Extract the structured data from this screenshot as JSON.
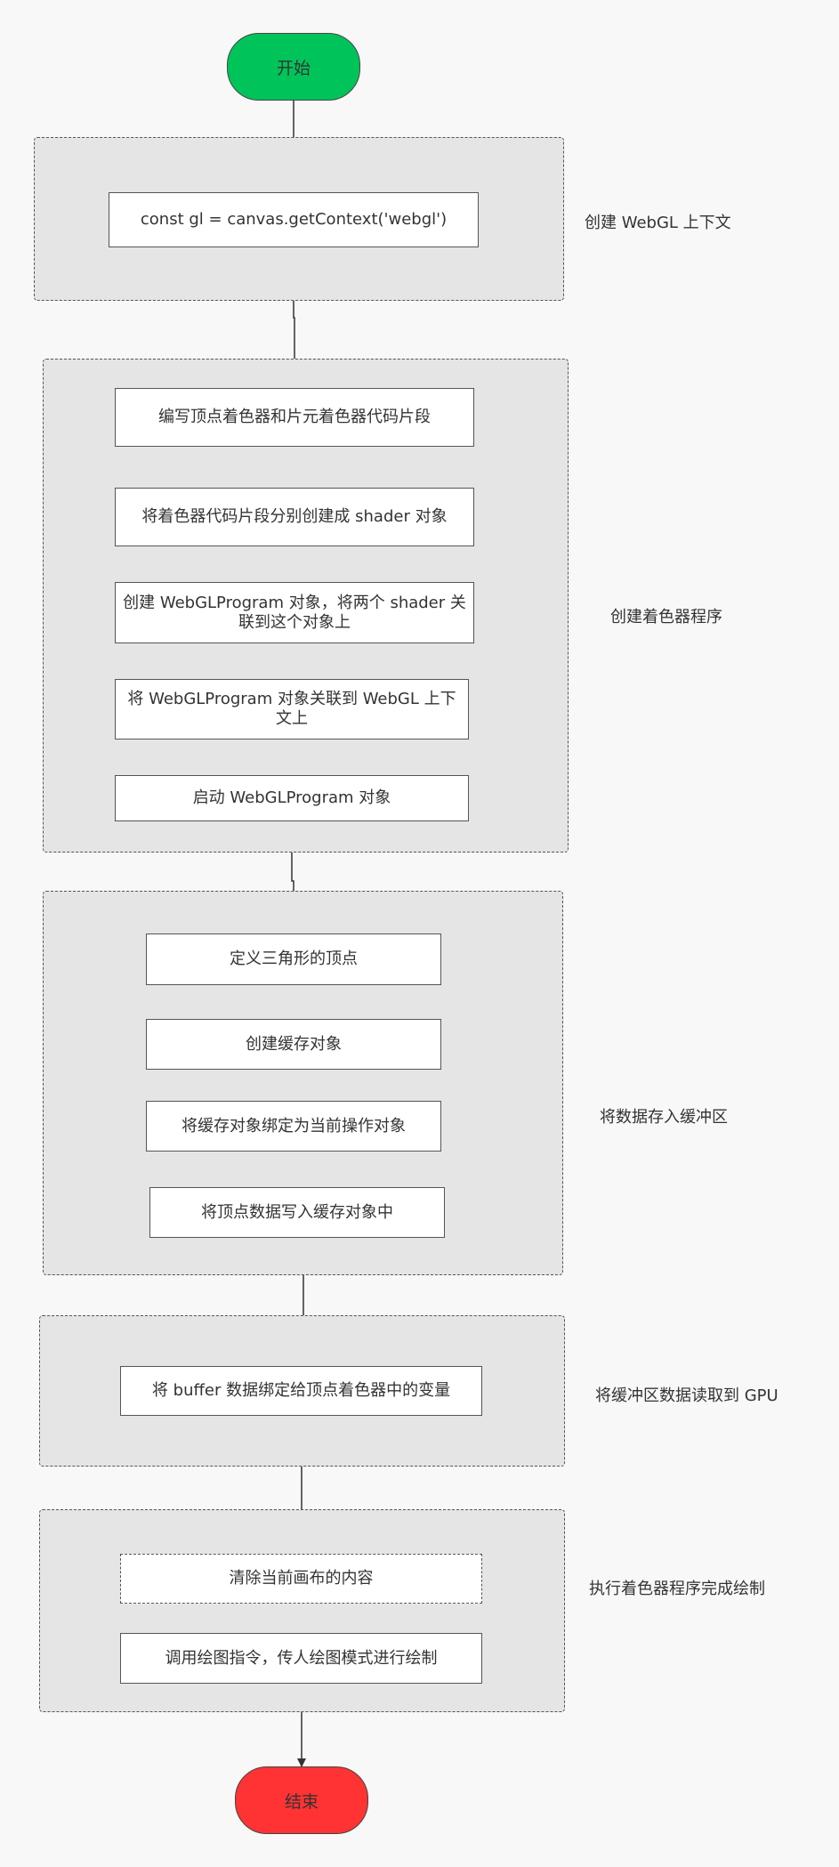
{
  "start": {
    "label": "开始",
    "color": "#00c45a"
  },
  "end": {
    "label": "结束",
    "color": "#ff3333"
  },
  "groups": [
    {
      "label": "创建 WebGL 上下文",
      "steps": [
        "const gl = canvas.getContext('webgl')"
      ]
    },
    {
      "label": "创建着色器程序",
      "steps": [
        "编写顶点着色器和片元着色器代码片段",
        "将着色器代码片段分别创建成 shader 对象",
        "创建 WebGLProgram 对象，将两个 shader 关联到这个对象上",
        "将 WebGLProgram 对象关联到 WebGL 上下文上",
        "启动 WebGLProgram 对象"
      ]
    },
    {
      "label": "将数据存入缓冲区",
      "steps": [
        "定义三角形的顶点",
        "创建缓存对象",
        "将缓存对象绑定为当前操作对象",
        "将顶点数据写入缓存对象中"
      ]
    },
    {
      "label": "将缓冲区数据读取到 GPU",
      "steps": [
        "将 buffer 数据绑定给顶点着色器中的变量"
      ]
    },
    {
      "label": "执行着色器程序完成绘制",
      "steps": [
        "清除当前画布的内容",
        "调用绘图指令，传人绘图模式进行绘制"
      ]
    }
  ]
}
